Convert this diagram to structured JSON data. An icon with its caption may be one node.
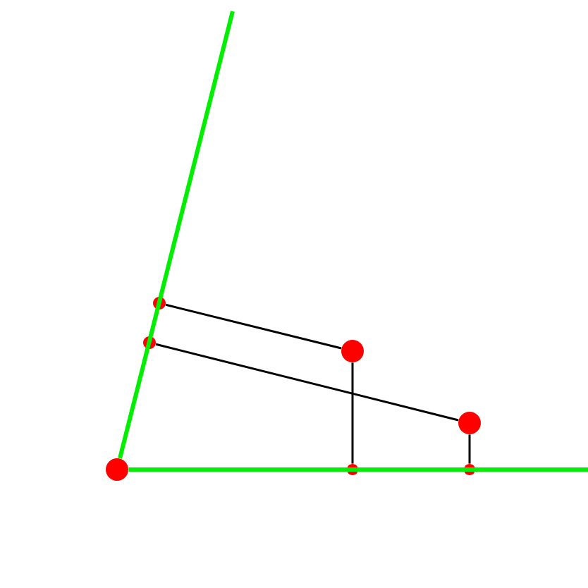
{
  "diagram": {
    "nodes": [
      {
        "text": [],
        "shape": "circle"
      },
      {
        "text": [],
        "shape": "circle"
      },
      {
        "text": [],
        "shape": "circle"
      },
      {
        "text": [],
        "shape": "circle"
      },
      {
        "text": [],
        "shape": "circle"
      },
      {
        "text": [],
        "shape": "circle"
      },
      {
        "text": [],
        "shape": "circle"
      }
    ],
    "edges": [
      {
        "from": 4,
        "to": null,
        "arrow": "none",
        "style": "thick",
        "color": "#00ee00"
      },
      {
        "from": 4,
        "to": null,
        "arrow": "none",
        "style": "thick",
        "color": "#00ee00"
      },
      {
        "from": 0,
        "to": 2,
        "arrow": "none"
      },
      {
        "from": 1,
        "to": 3,
        "arrow": "none"
      },
      {
        "from": 2,
        "to": 5,
        "arrow": "none"
      },
      {
        "from": 3,
        "to": 6,
        "arrow": "none"
      }
    ]
  }
}
